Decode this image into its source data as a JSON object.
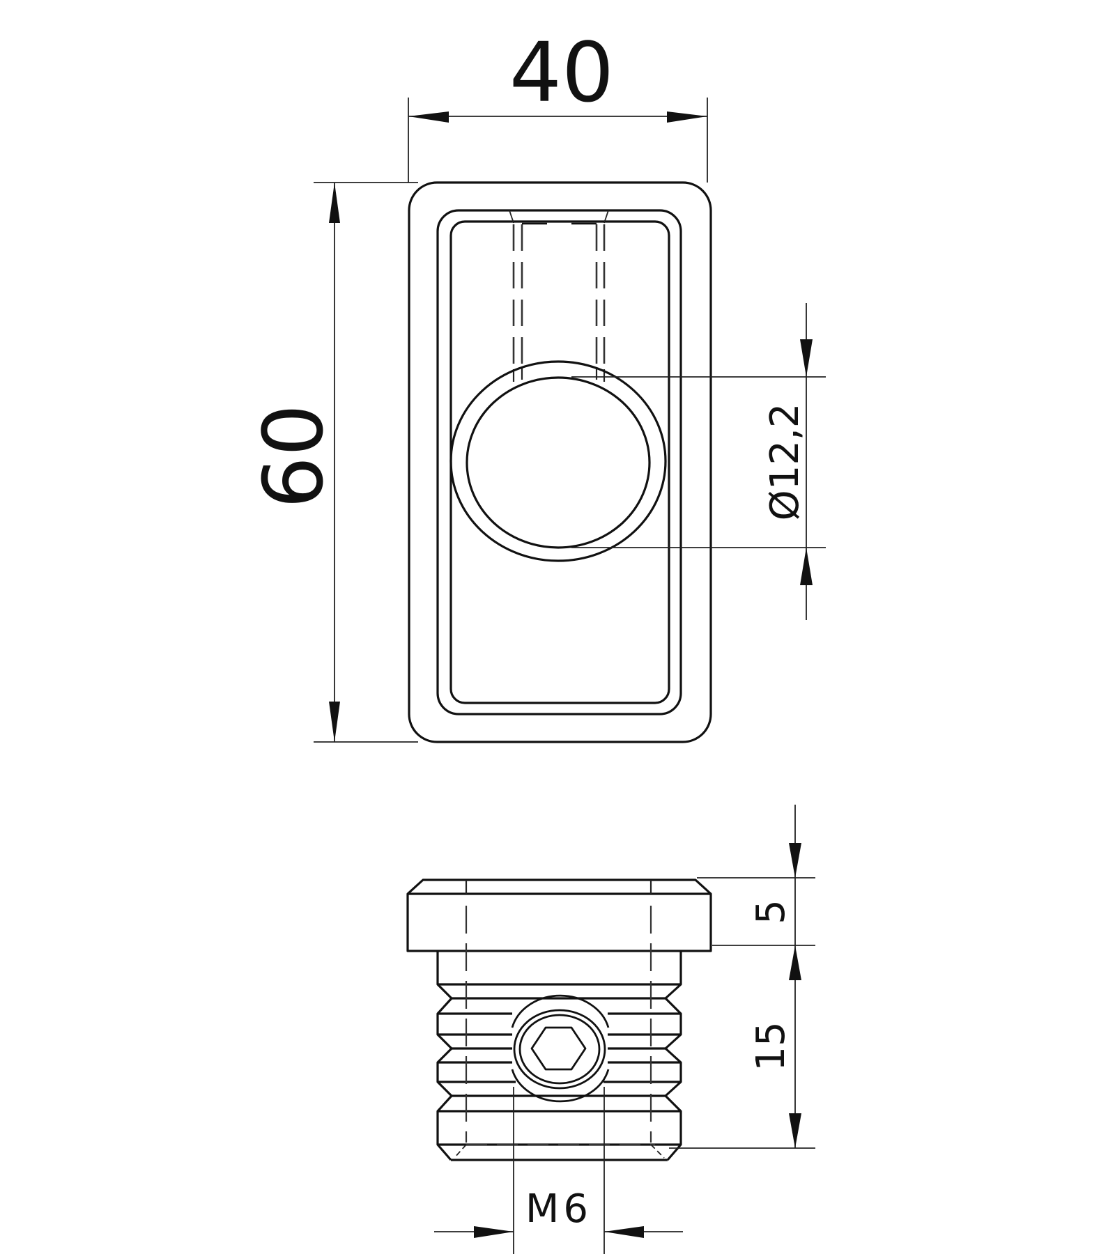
{
  "drawing": {
    "type": "technical-drawing",
    "views": [
      "top-view",
      "side-view"
    ],
    "stroke_color": "#111111",
    "background": "#ffffff"
  },
  "dimensions": {
    "width": "40",
    "height": "60",
    "hole_diameter": "Ø12,2",
    "head_thickness": "5",
    "body_length": "15",
    "thread": "M6"
  }
}
